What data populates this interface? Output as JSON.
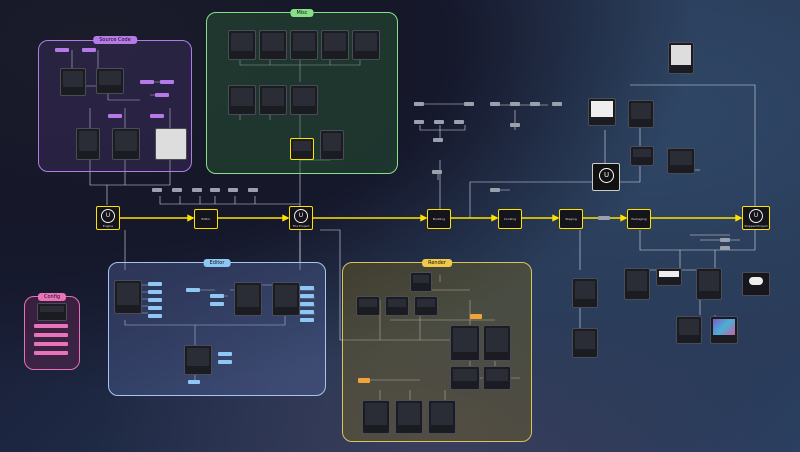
{
  "groups": {
    "source_code": "Source Code",
    "misc": "Misc",
    "editor": "Editor",
    "rendering": "Render",
    "config": "Config"
  },
  "pipeline": [
    {
      "label": "Engine"
    },
    {
      "label": "Editor"
    },
    {
      "label": "The Project"
    },
    {
      "label": "Building"
    },
    {
      "label": "Cooking"
    },
    {
      "label": "Staging"
    },
    {
      "label": "Packaging"
    },
    {
      "label": "Shipped Project"
    }
  ],
  "colors": {
    "pipeline": "#ffe300",
    "connector": "#d8dce8",
    "source": "#b07ce8",
    "misc": "#86e08a",
    "editor": "#a8c4f0",
    "render": "#d8c25a",
    "config": "#e870b8"
  }
}
